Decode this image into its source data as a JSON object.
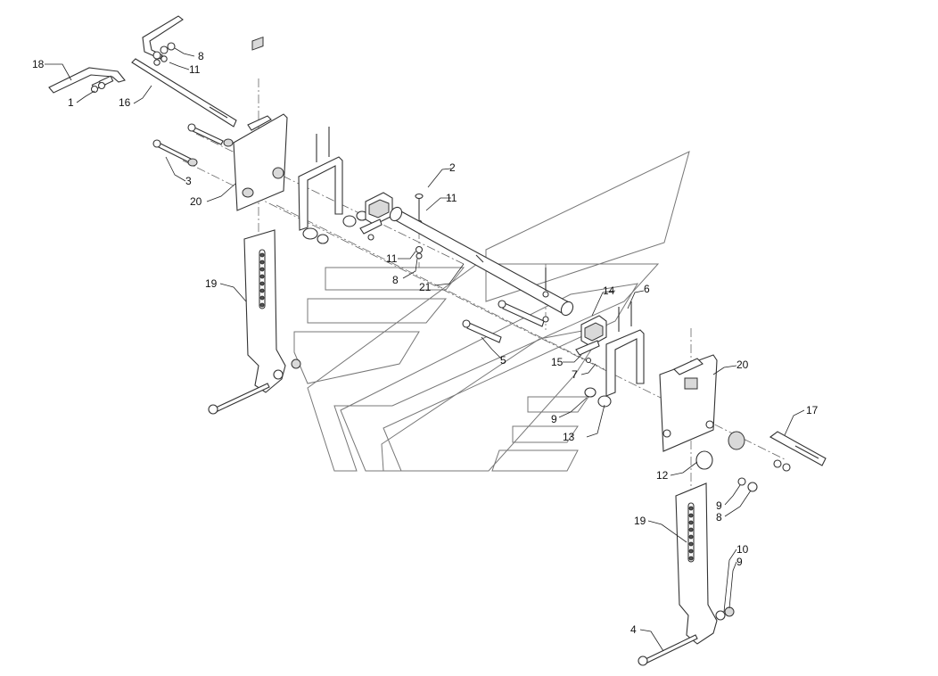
{
  "callouts": [
    {
      "id": "c1",
      "text": "1"
    },
    {
      "id": "c2",
      "text": "2"
    },
    {
      "id": "c3",
      "text": "3"
    },
    {
      "id": "c4",
      "text": "4"
    },
    {
      "id": "c5",
      "text": "5"
    },
    {
      "id": "c6",
      "text": "6"
    },
    {
      "id": "c7",
      "text": "7"
    },
    {
      "id": "c8a",
      "text": "8"
    },
    {
      "id": "c8b",
      "text": "8"
    },
    {
      "id": "c8c",
      "text": "8"
    },
    {
      "id": "c9a",
      "text": "9"
    },
    {
      "id": "c9b",
      "text": "9"
    },
    {
      "id": "c9c",
      "text": "9"
    },
    {
      "id": "c10",
      "text": "10"
    },
    {
      "id": "c11a",
      "text": "11"
    },
    {
      "id": "c11b",
      "text": "11"
    },
    {
      "id": "c11c",
      "text": "11"
    },
    {
      "id": "c12",
      "text": "12"
    },
    {
      "id": "c13",
      "text": "13"
    },
    {
      "id": "c14",
      "text": "14"
    },
    {
      "id": "c15",
      "text": "15"
    },
    {
      "id": "c16",
      "text": "16"
    },
    {
      "id": "c17",
      "text": "17"
    },
    {
      "id": "c18",
      "text": "18"
    },
    {
      "id": "c19a",
      "text": "19"
    },
    {
      "id": "c19b",
      "text": "19"
    },
    {
      "id": "c20a",
      "text": "20"
    },
    {
      "id": "c20b",
      "text": "20"
    },
    {
      "id": "c21",
      "text": "21"
    }
  ]
}
